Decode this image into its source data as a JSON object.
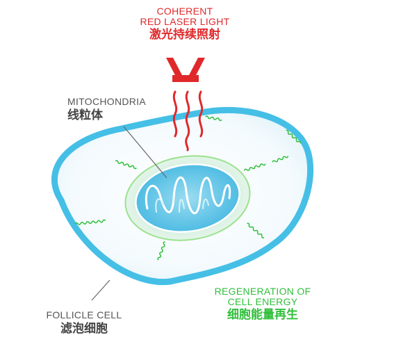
{
  "laser": {
    "label_line1": "COHERENT",
    "label_line2": "RED LASER LIGHT",
    "label_zh": "激光持续照射",
    "color": "#e0282b"
  },
  "mitochondria": {
    "label_en": "MITOCHONDRIA",
    "label_zh": "线粒体"
  },
  "follicle": {
    "label_en": "FOLLICLE CELL",
    "label_zh": "滤泡细胞"
  },
  "regeneration": {
    "label_line1": "REGENERATION OF",
    "label_line2": "CELL ENERGY",
    "label_zh": "细胞能量再生",
    "color": "#2fbf3a"
  },
  "colors": {
    "cell_membrane": "#45bfe6",
    "cell_fill": "#eaf6fb",
    "mito_outer": "#9be28f",
    "mito_fill": "#7fd0ec",
    "wave_green": "#2fbf3a",
    "laser_red": "#e0282b"
  }
}
